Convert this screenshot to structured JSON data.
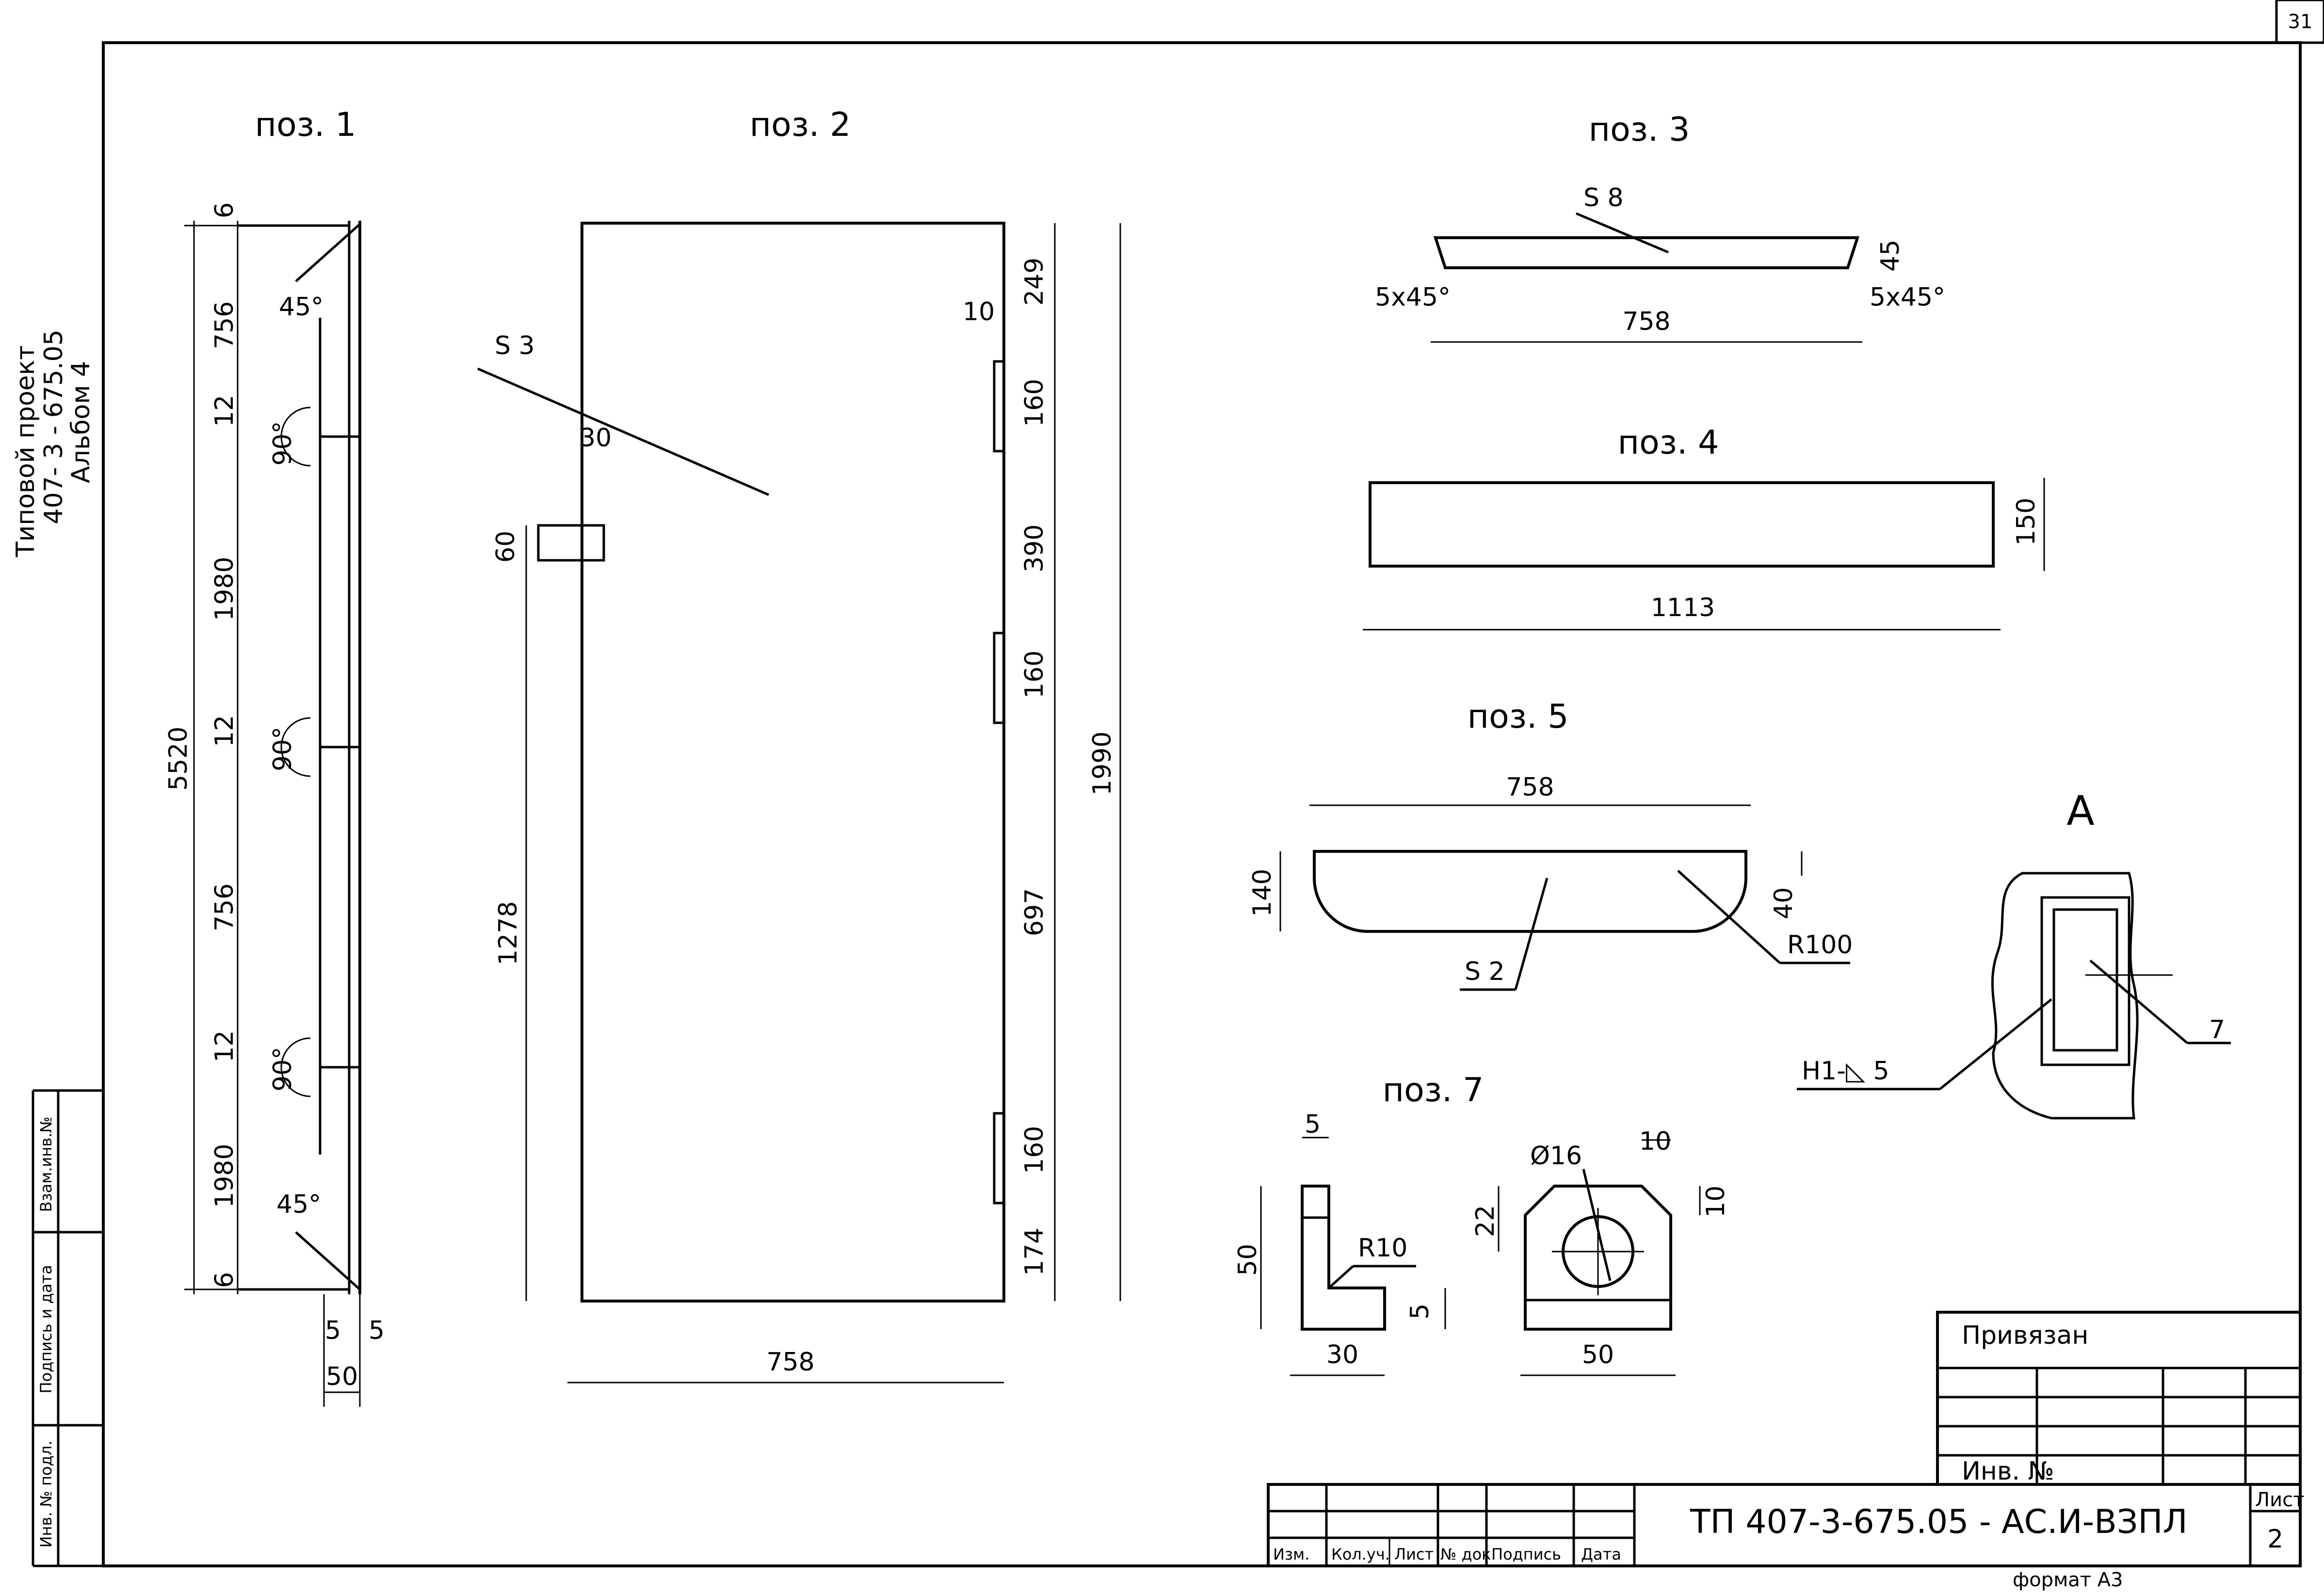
{
  "sheet": {
    "sheet_number": "31",
    "side_title_1": "Типовой проект",
    "side_title_2": "407- 3 - 675.05",
    "side_title_3": "Альбом 4",
    "stamp_inv_vzam": "Взам.инв.№",
    "stamp_sign_date": "Подпись и дата",
    "stamp_inv_podl": "Инв. № подл.",
    "format": "формат А3"
  },
  "pos1": {
    "title": "поз. 1",
    "dims": [
      "6",
      "756",
      "12",
      "1980",
      "12",
      "756",
      "12",
      "1980",
      "6"
    ],
    "overall": "5520",
    "angle_top": "45°",
    "angle_bottom": "45°",
    "angle_1": "90°",
    "angle_2": "90°",
    "angle_3": "90°",
    "w1": "5",
    "w2": "5",
    "w3": "50"
  },
  "pos2": {
    "title": "поз. 2",
    "thickness": "S 3",
    "notch_w": "30",
    "notch_h": "60",
    "left_dim": "1278",
    "width": "758",
    "right_dims": [
      "249",
      "160",
      "390",
      "160",
      "697",
      "160",
      "174"
    ],
    "small_dim": "10",
    "overall": "1990"
  },
  "pos3": {
    "title": "поз. 3",
    "thickness": "S 8",
    "chamfer_left": "5x45°",
    "chamfer_right": "5x45°",
    "height": "45",
    "length": "758"
  },
  "pos4": {
    "title": "поз. 4",
    "height": "150",
    "length": "1113"
  },
  "pos5": {
    "title": "поз. 5",
    "length": "758",
    "height": "140",
    "depth": "40",
    "radius": "R100",
    "thickness": "S 2"
  },
  "pos7": {
    "title": "поз. 7",
    "t_top": "5",
    "height": "50",
    "radius": "R10",
    "t_side": "5",
    "width": "30",
    "hole": "Ø16",
    "d22": "22",
    "d10a": "10",
    "d10b": "10",
    "w50": "50"
  },
  "detailA": {
    "label": "А",
    "weld": "Н1-◺ 5",
    "callout": "7"
  },
  "titleblock": {
    "privyazan": "Привязан",
    "inv_no": "Инв. №",
    "doc_code": "ТП   407-3-675.05 - АС.И-ВЗПЛ",
    "list_label": "Лист",
    "list_no": "2",
    "col_izm": "Изм.",
    "col_kol": "Кол.уч.",
    "col_list": "Лист",
    "col_doc": "№ док.",
    "col_sign": "Подпись",
    "col_date": "Дата"
  }
}
